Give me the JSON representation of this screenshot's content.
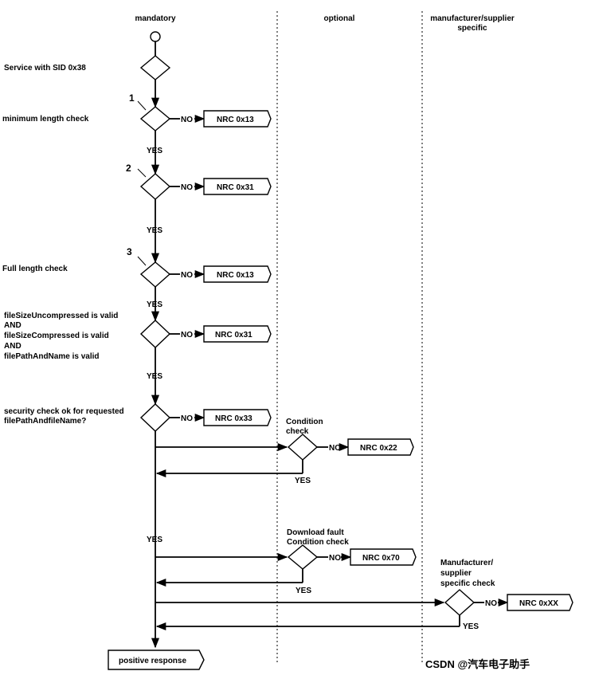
{
  "lanes": {
    "mandatory": "mandatory",
    "optional": "optional",
    "manufacturer_line1": "manufacturer/supplier",
    "manufacturer_line2": "specific"
  },
  "steps": {
    "service": "Service with SID 0x38",
    "step1_number": "1",
    "step2_number": "2",
    "step3_number": "3",
    "min_length": "minimum length check",
    "full_length": "Full length  check",
    "valid_1": "fileSizeUncompressed is valid",
    "valid_2": "AND",
    "valid_3": "fileSizeCompressed is valid",
    "valid_4": "AND",
    "valid_5": "filePathAndName is valid",
    "security_1": "security check ok for requested",
    "security_2": "filePathAndfileName?",
    "condition_1": "Condition",
    "condition_2": "check",
    "download_1": "Download fault",
    "download_2": "Condition check",
    "manuf_1": "Manufacturer/",
    "manuf_2": "supplier",
    "manuf_3": "specific check"
  },
  "nrc": {
    "n1": "NRC 0x13",
    "n2": "NRC 0x31",
    "n3": "NRC 0x13",
    "n4": "NRC 0x31",
    "n5": "NRC 0x33",
    "n6": "NRC 0x22",
    "n7": "NRC 0x70",
    "n8": "NRC 0xXX"
  },
  "labels": {
    "no": "NO",
    "yes": "YES"
  },
  "final": "positive response",
  "watermark": "CSDN @汽车电子助手"
}
